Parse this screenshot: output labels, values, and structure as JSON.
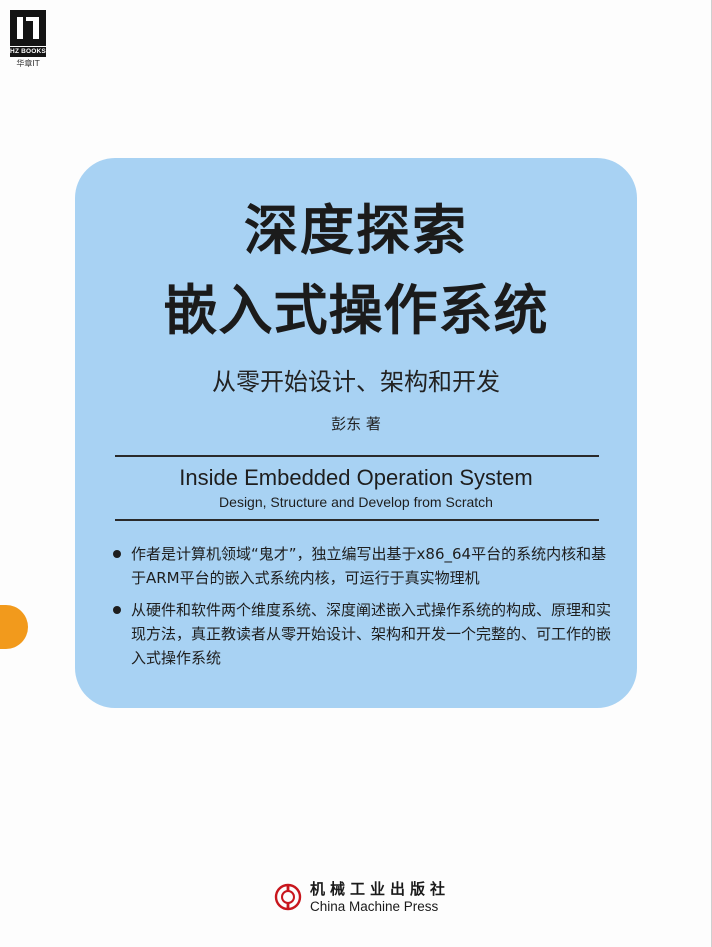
{
  "logo": {
    "brand": "HZ BOOKS",
    "caption": "华章IT"
  },
  "cover": {
    "title_line1": "深度探索",
    "title_line2": "嵌入式操作系统",
    "subtitle": "从零开始设计、架构和开发",
    "author": "彭东 著",
    "english_title": "Inside Embedded Operation System",
    "english_subtitle": "Design, Structure and Develop from Scratch",
    "bullets": [
      "作者是计算机领域“鬼才”，独立编写出基于x86_64平台的系统内核和基于ARM平台的嵌入式系统内核，可运行于真实物理机",
      "从硬件和软件两个维度系统、深度阐述嵌入式操作系统的构成、原理和实现方法，真正教读者从零开始设计、架构和开发一个完整的、可工作的嵌入式操作系统"
    ]
  },
  "publisher": {
    "name_cn": "机械工业出版社",
    "name_en": "China Machine Press"
  },
  "colors": {
    "panel": "#a8d2f3",
    "accent_tab": "#f29a1c",
    "publisher_red": "#c8161d",
    "text": "#1b1b1b"
  }
}
